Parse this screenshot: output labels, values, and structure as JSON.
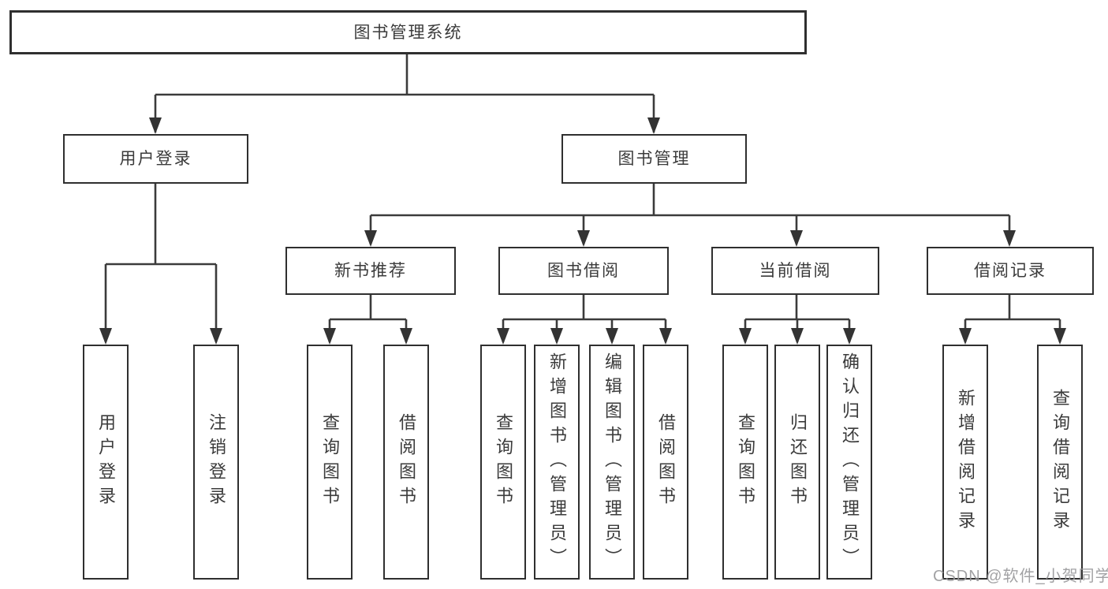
{
  "diagram": {
    "root": "图书管理系统",
    "branches": [
      {
        "label": "用户登录",
        "children": [
          {
            "label": "用户登录"
          },
          {
            "label": "注销登录"
          }
        ]
      },
      {
        "label": "图书管理",
        "children": [
          {
            "label": "新书推荐",
            "children": [
              {
                "label": "查询图书"
              },
              {
                "label": "借阅图书"
              }
            ]
          },
          {
            "label": "图书借阅",
            "children": [
              {
                "label": "查询图书"
              },
              {
                "label": "新增图书（管理员）"
              },
              {
                "label": "编辑图书（管理员）"
              },
              {
                "label": "借阅图书"
              }
            ]
          },
          {
            "label": "当前借阅",
            "children": [
              {
                "label": "查询图书"
              },
              {
                "label": "归还图书"
              },
              {
                "label": "确认归还（管理员）"
              }
            ]
          },
          {
            "label": "借阅记录",
            "children": [
              {
                "label": "新增借阅记录"
              },
              {
                "label": "查询借阅记录"
              }
            ]
          }
        ]
      }
    ]
  },
  "watermark": "CSDN @软件_小贺同学",
  "colors": {
    "line": "#3b3b3b",
    "border": "#2f2f2f",
    "text": "#3b3b3b",
    "background": "#ffffff",
    "watermark": "#98989b"
  }
}
